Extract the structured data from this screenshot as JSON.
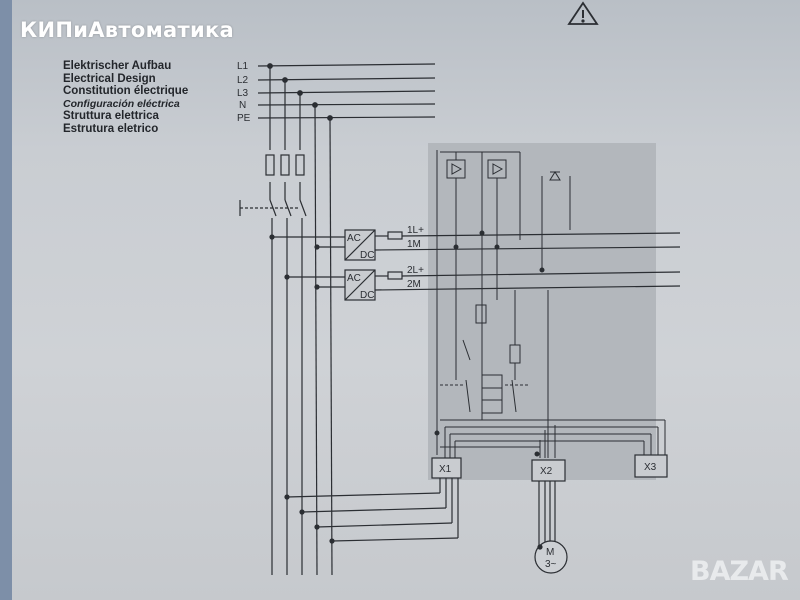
{
  "brand": "КИПиАвтоматика",
  "titles": [
    "Elektrischer Aufbau",
    "Electrical Design",
    "Constitution électrique",
    "Configuración eléctrica",
    "Struttura elettrica",
    "Estrutura eletrico"
  ],
  "bus_labels": [
    "L1",
    "L2",
    "L3",
    "N",
    "PE"
  ],
  "converters": [
    {
      "ac": "AC",
      "dc": "DC",
      "plus": "1L+",
      "minus": "1M"
    },
    {
      "ac": "AC",
      "dc": "DC",
      "plus": "2L+",
      "minus": "2M"
    }
  ],
  "terminals": [
    "X1",
    "X2",
    "X3"
  ],
  "motor": {
    "line1": "M",
    "line2": "3~"
  },
  "watermark": "BAZAR"
}
